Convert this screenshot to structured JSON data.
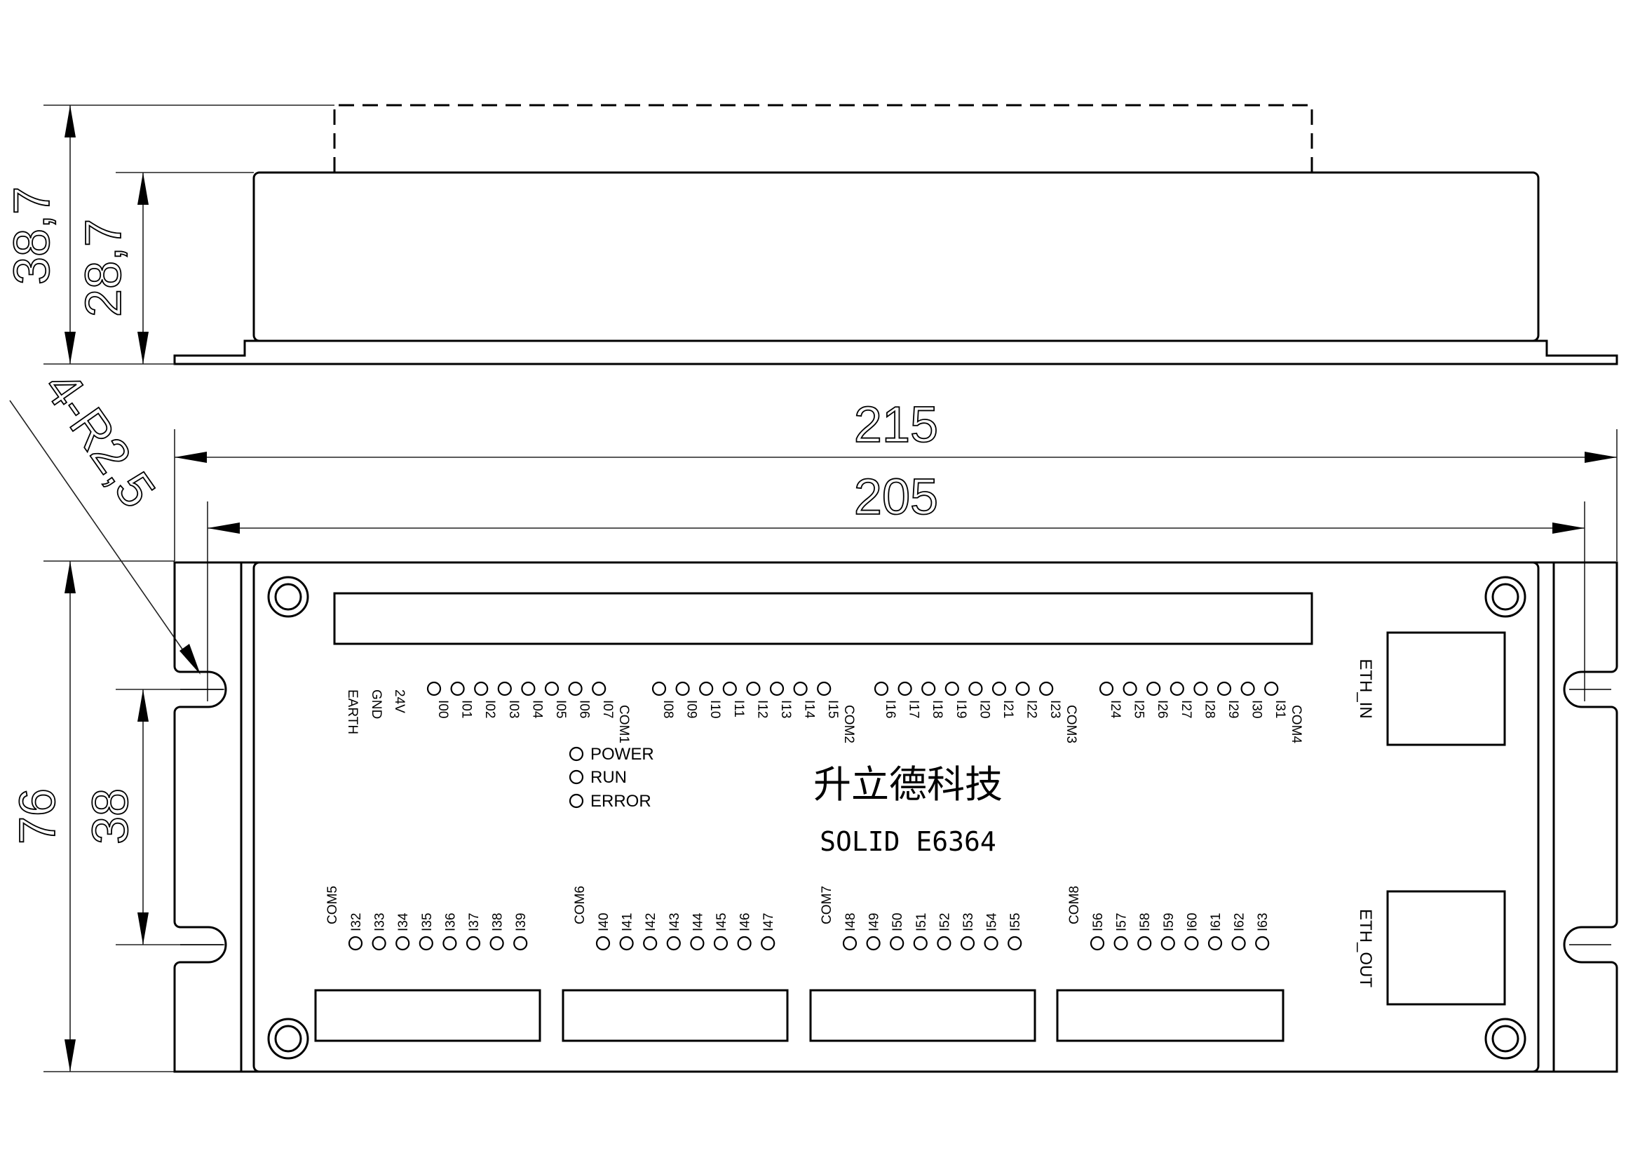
{
  "dimensions": {
    "total_height": "38,7",
    "body_height": "28,7",
    "overall_width": "215",
    "hole_spacing_width": "205",
    "corner_radius": "4-R2,5",
    "depth": "76",
    "hole_spacing_depth": "38"
  },
  "power_pins": [
    "24V",
    "GND",
    "EARTH"
  ],
  "inputs_top": [
    {
      "pins": [
        "I00",
        "I01",
        "I02",
        "I03",
        "I04",
        "I05",
        "I06",
        "I07"
      ],
      "com": "COM1"
    },
    {
      "pins": [
        "I08",
        "I09",
        "I10",
        "I11",
        "I12",
        "I13",
        "I14",
        "I15"
      ],
      "com": "COM2"
    },
    {
      "pins": [
        "I16",
        "I17",
        "I18",
        "I19",
        "I20",
        "I21",
        "I22",
        "I23"
      ],
      "com": "COM3"
    },
    {
      "pins": [
        "I24",
        "I25",
        "I26",
        "I27",
        "I28",
        "I29",
        "I30",
        "I31"
      ],
      "com": "COM4"
    }
  ],
  "inputs_bottom": [
    {
      "com": "COM5",
      "pins": [
        "I32",
        "I33",
        "I34",
        "I35",
        "I36",
        "I37",
        "I38",
        "I39"
      ]
    },
    {
      "com": "COM6",
      "pins": [
        "I40",
        "I41",
        "I42",
        "I43",
        "I44",
        "I45",
        "I46",
        "I47"
      ]
    },
    {
      "com": "COM7",
      "pins": [
        "I48",
        "I49",
        "I50",
        "I51",
        "I52",
        "I53",
        "I54",
        "I55"
      ]
    },
    {
      "com": "COM8",
      "pins": [
        "I56",
        "I57",
        "I58",
        "I59",
        "I60",
        "I61",
        "I62",
        "I63"
      ]
    }
  ],
  "status_leds": [
    "POWER",
    "RUN",
    "ERROR"
  ],
  "brand": "升立德科技",
  "model": "SOLID E6364",
  "ports": {
    "eth_in": "ETH_IN",
    "eth_out": "ETH_OUT"
  }
}
